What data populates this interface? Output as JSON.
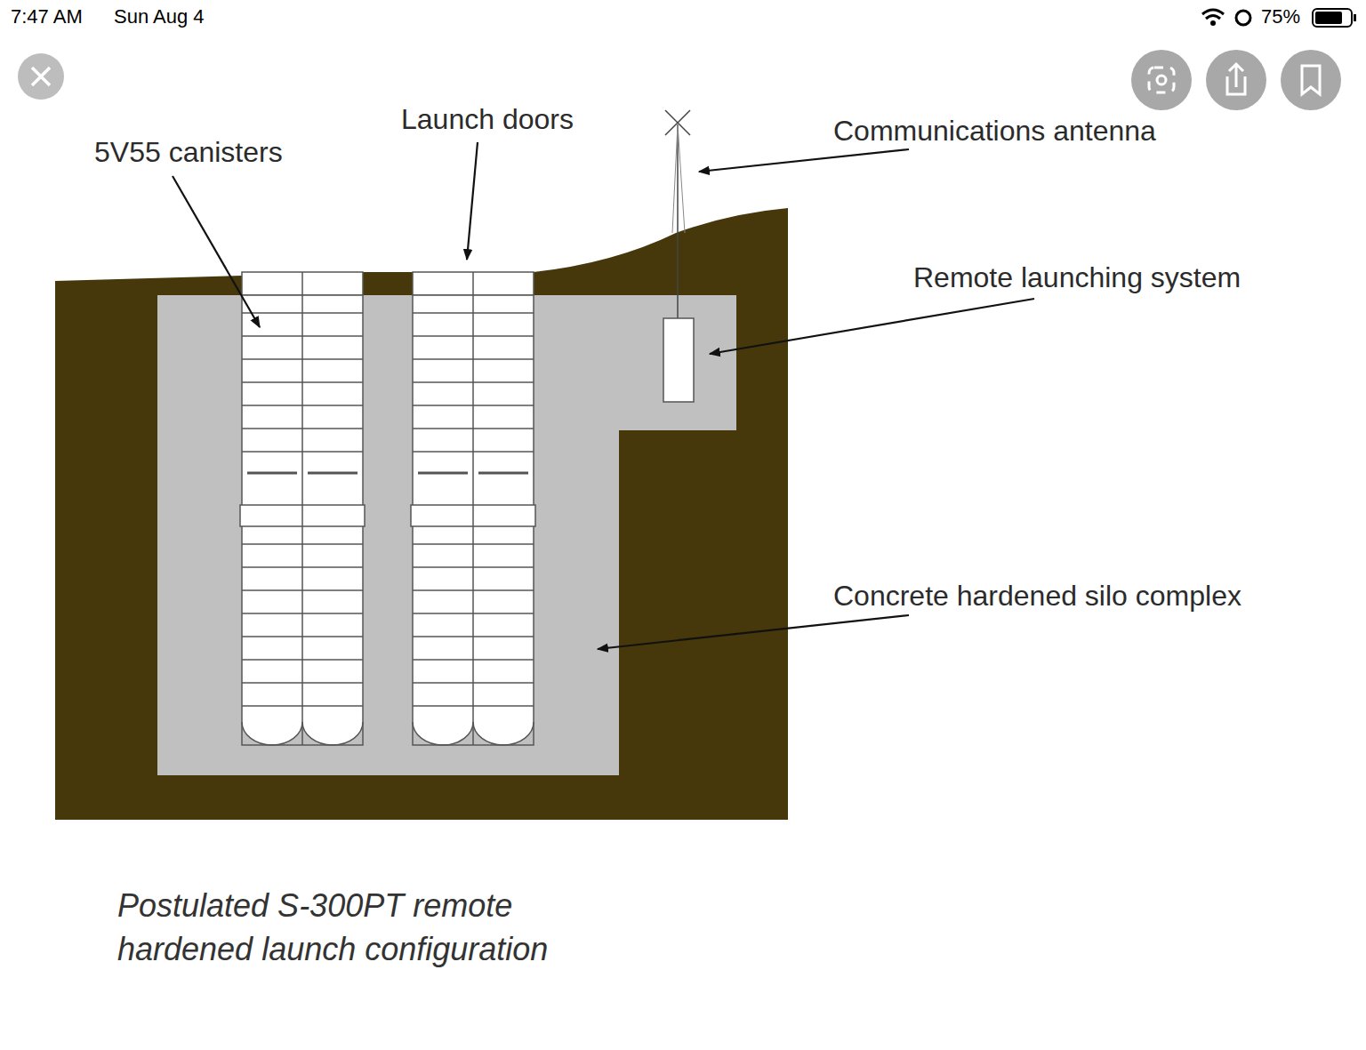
{
  "diagram": {
    "caption": "Postulated S-300PT remote hardened launch configuration",
    "labels": [
      "7:47 AM",
      "Sun Aug 4",
      "75%",
      "5V55 canisters",
      "Launch doors",
      "Communications antenna",
      "Remote launching system",
      "Concrete hardened silo complex"
    ]
  }
}
